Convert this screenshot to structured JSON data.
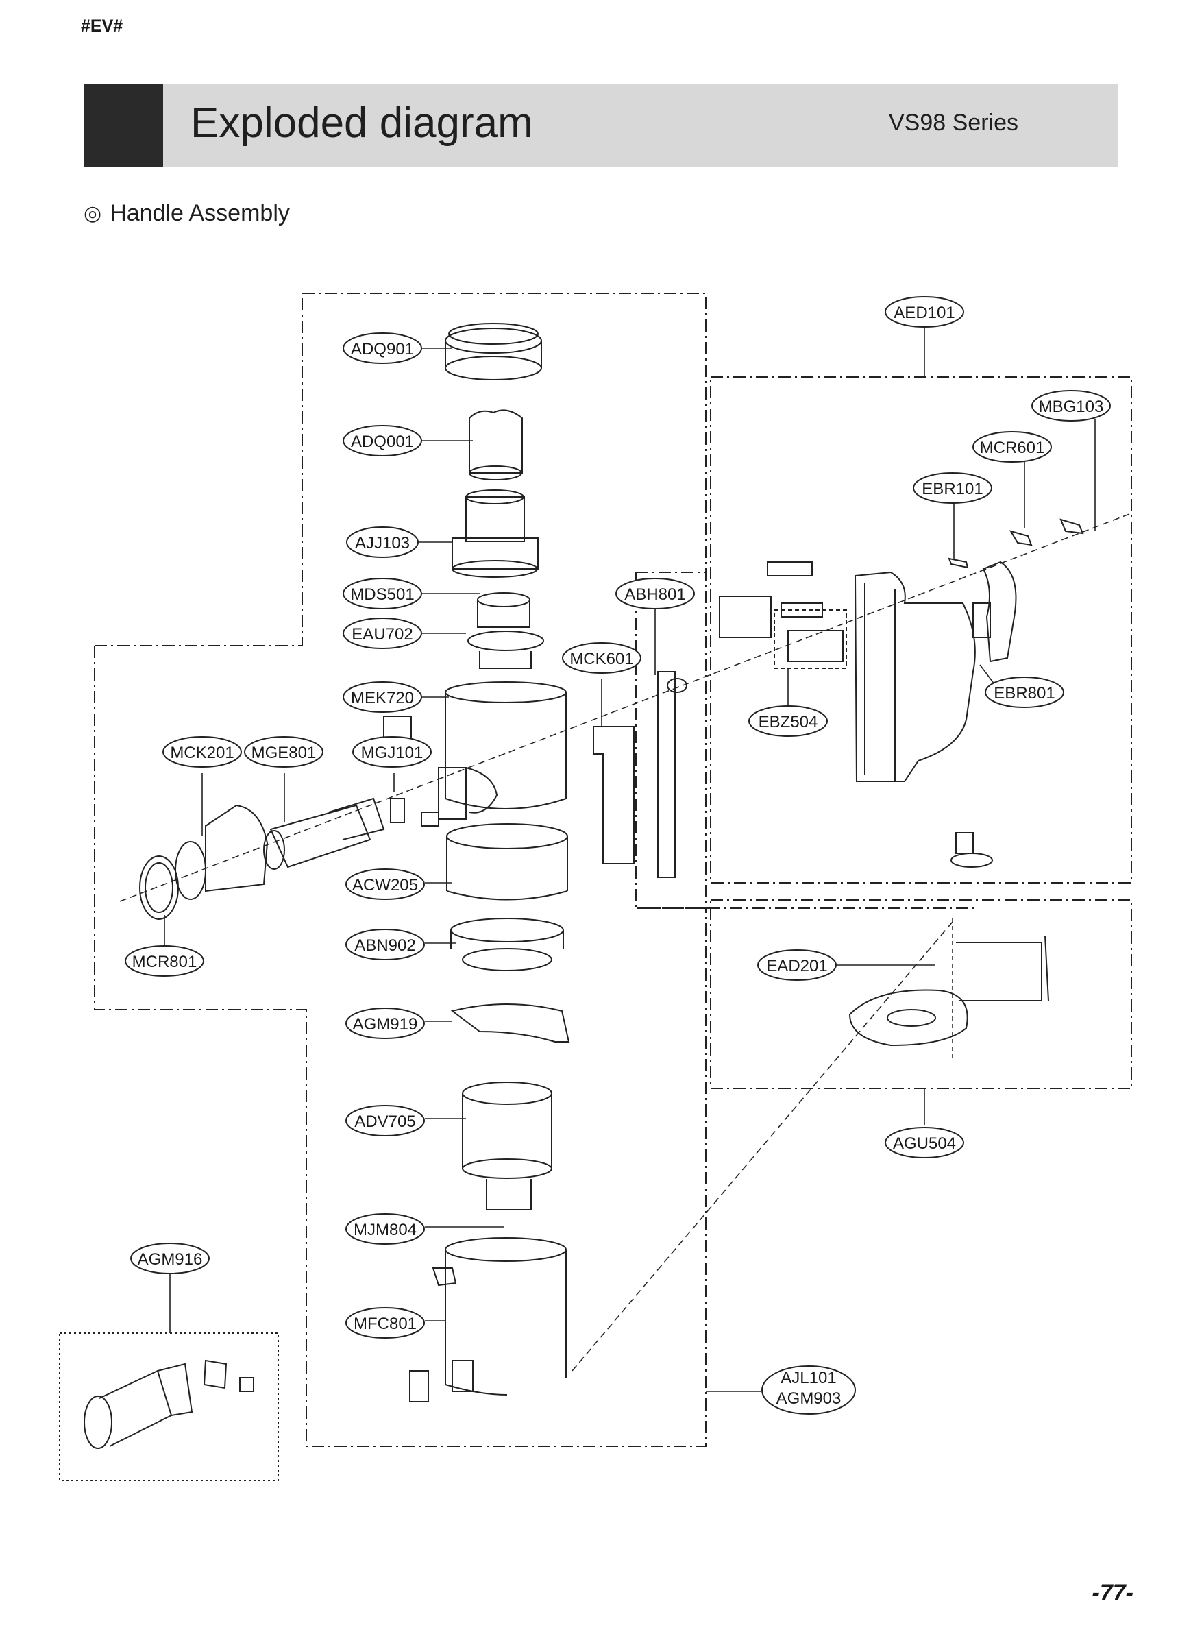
{
  "header": {
    "tag": "#EV#",
    "title": "Exploded diagram",
    "series": "VS98 Series"
  },
  "section": {
    "bullet": "◎",
    "title": "Handle Assembly"
  },
  "callouts": {
    "adq901": "ADQ901",
    "adq001": "ADQ001",
    "ajj103": "AJJ103",
    "mds501": "MDS501",
    "eau702": "EAU702",
    "mek720": "MEK720",
    "mck201": "MCK201",
    "mge801": "MGE801",
    "mgj101": "MGJ101",
    "abh801": "ABH801",
    "mck601": "MCK601",
    "acw205": "ACW205",
    "abn902": "ABN902",
    "agm919": "AGM919",
    "adv705": "ADV705",
    "mjm804": "MJM804",
    "mfc801": "MFC801",
    "mcr801": "MCR801",
    "agm916": "AGM916",
    "ajl101": "AJL101",
    "agm903": "AGM903",
    "aed101": "AED101",
    "mbg103": "MBG103",
    "mcr601": "MCR601",
    "ebr101": "EBR101",
    "ebr801": "EBR801",
    "ebz504": "EBZ504",
    "ead201": "EAD201",
    "agu504": "AGU504"
  },
  "footer": {
    "page_number": "-77-"
  }
}
